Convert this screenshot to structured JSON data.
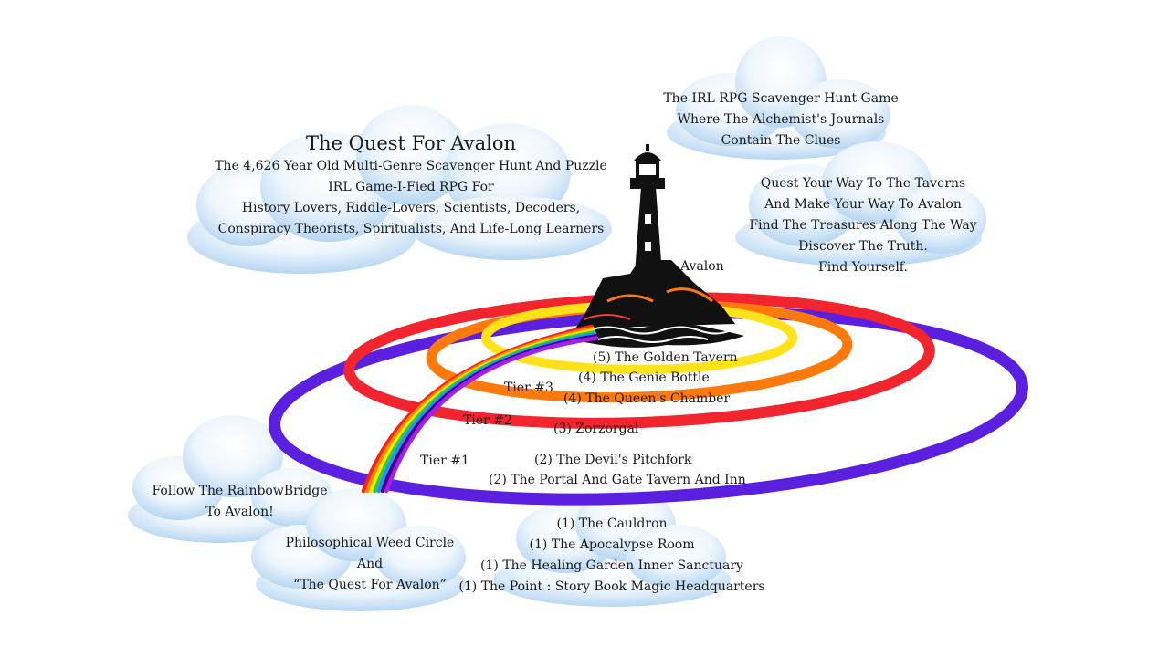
{
  "colors": {
    "purple": "#5b1fe0",
    "red": "#f2242e",
    "orange": "#ff7a0a",
    "yellow": "#ffe21a",
    "rainbow": [
      "#ff1e1e",
      "#ff8a00",
      "#ffe600",
      "#2ecc40",
      "#1e90ff",
      "#4b0082",
      "#a020f0"
    ],
    "cloud": "#eaf4fc",
    "cloud_shade": "#b9d7f1",
    "ink": "#111111"
  },
  "title_block": {
    "title": "The Quest For Avalon",
    "lines": [
      "The 4,626 Year Old Multi-Genre Scavenger Hunt And Puzzle",
      "IRL Game-I-Fied RPG For",
      "History Lovers, Riddle-Lovers, Scientists, Decoders,",
      "Conspiracy Theorists, Spiritualists,  And Life-Long Learners"
    ]
  },
  "top_right_block": {
    "lines": [
      "The IRL RPG Scavenger Hunt Game",
      "Where The Alchemist's Journals",
      "Contain The Clues"
    ]
  },
  "right_block": {
    "lines": [
      "Quest Your Way To The Taverns",
      "And Make Your Way To Avalon",
      "Find The Treasures Along The Way",
      "Discover The Truth.",
      "Find Yourself."
    ]
  },
  "rainbow_block": {
    "lines": [
      "Follow The RainbowBridge",
      "To Avalon!"
    ]
  },
  "weed_block": {
    "lines": [
      "Philosophical Weed Circle",
      "And",
      "“The Quest For Avalon”"
    ]
  },
  "bottom_block": {
    "lines": [
      "(1) The Cauldron",
      "(1) The Apocalypse Room",
      "(1) The Healing Garden Inner Sanctuary",
      "(1) The Point : Story Book Magic Headquarters"
    ]
  },
  "avalon_label": "Avalon",
  "tiers": [
    "Tier #3",
    "Tier #2",
    "Tier #1"
  ],
  "locations": [
    "(5) The Golden Tavern",
    "(4) The Genie Bottle",
    "(4) The Queen's Chamber",
    "(3) Zorzorgal",
    "(2) The Devil's Pitchfork",
    "(2) The Portal And Gate Tavern And Inn"
  ]
}
